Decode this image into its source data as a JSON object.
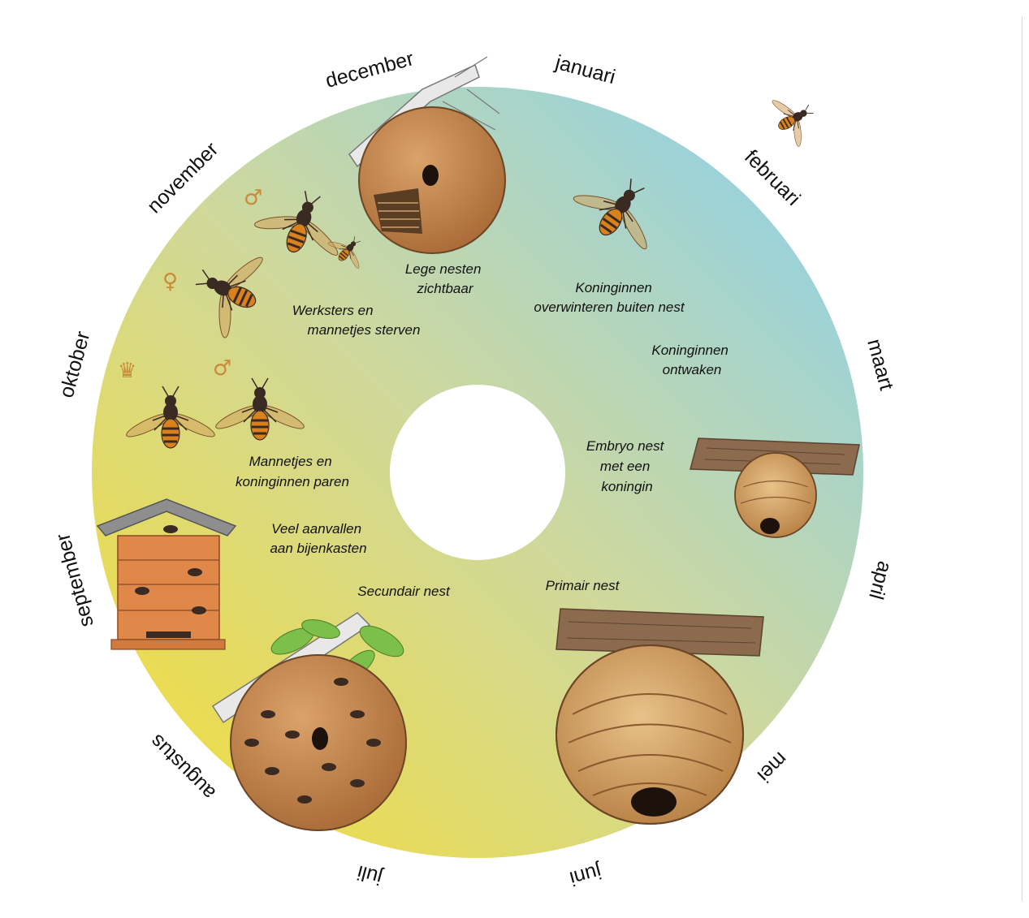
{
  "months": [
    "januari",
    "februari",
    "maart",
    "april",
    "mei",
    "juni",
    "juli",
    "augustus",
    "september",
    "oktober",
    "november",
    "december"
  ],
  "captions": {
    "empty_nests": [
      "Lege nesten",
      "zichtbaar"
    ],
    "queens_overwinter": [
      "Koninginnen",
      "overwinteren buiten nest"
    ],
    "queens_wake": [
      "Koninginnen",
      "ontwaken"
    ],
    "embryo_nest": [
      "Embryo nest",
      "met een",
      "koningin"
    ],
    "primary_nest": [
      "Primair nest"
    ],
    "secondary_nest": [
      "Secundair nest"
    ],
    "hive_attacks": [
      "Veel aanvallen",
      "aan bijenkasten"
    ],
    "mating": [
      "Mannetjes en",
      "koninginnen paren"
    ],
    "workers_die": [
      "Werksters en",
      "mannetjes sterven"
    ]
  },
  "symbols": {
    "male": "♂",
    "female": "♀",
    "queen_crown": "♛"
  },
  "colors": {
    "gradient_blue": "#86d0f2",
    "gradient_yellow": "#f6dd33",
    "nest": "#c9884e",
    "nest_dark": "#8a5a2e",
    "hornet_orange": "#d9821d",
    "hornet_dark": "#3a2a22",
    "wood": "#8b6a4e",
    "hive": "#e0874a",
    "leaf": "#7cbf4a"
  }
}
